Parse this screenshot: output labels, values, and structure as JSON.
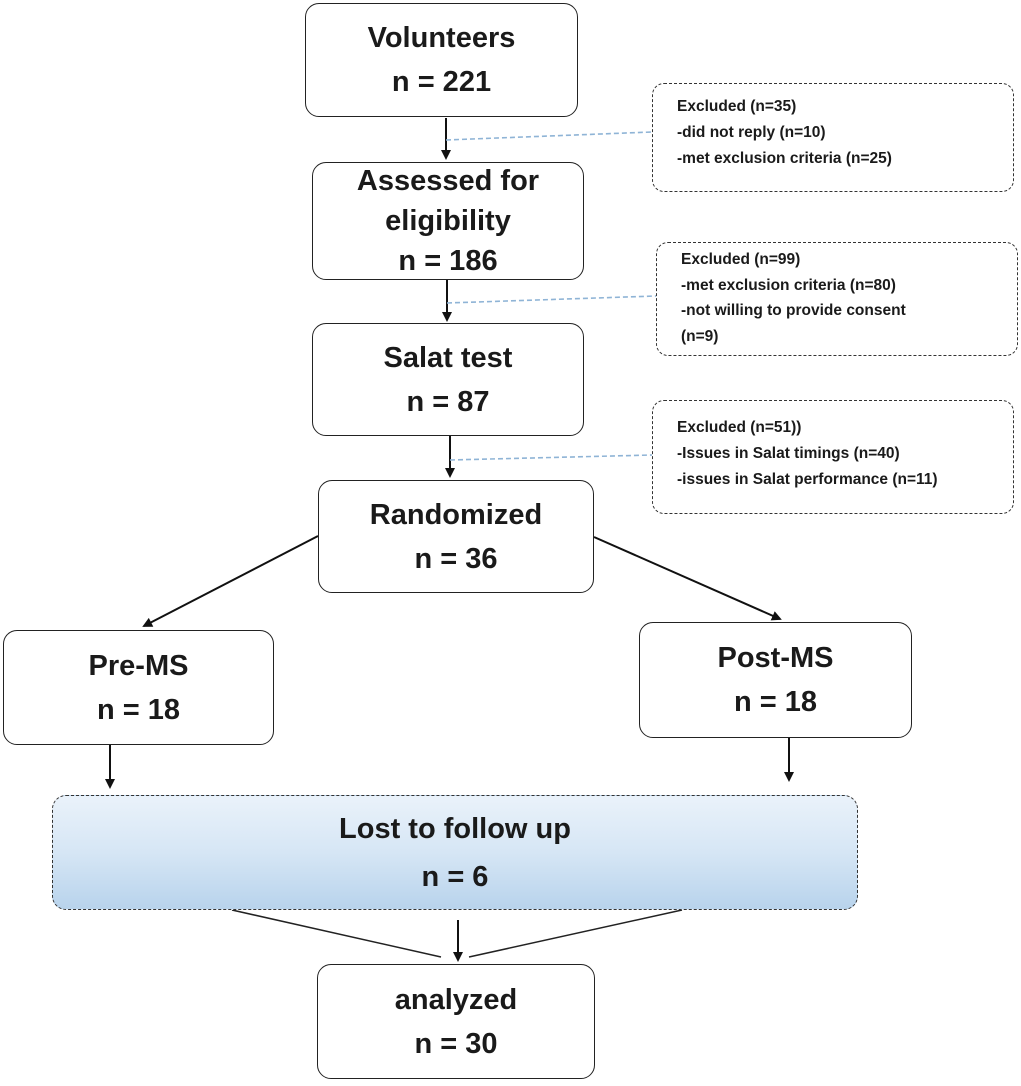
{
  "nodes": {
    "volunteers": {
      "label": "Volunteers",
      "count": "n = 221"
    },
    "assessed": {
      "line1": "Assessed for",
      "line2": "eligibility",
      "count": "n = 186"
    },
    "salat_test": {
      "label": "Salat test",
      "count": "n = 87"
    },
    "randomized": {
      "label": "Randomized",
      "count": "n = 36"
    },
    "pre_ms": {
      "label": "Pre-MS",
      "count": "n = 18"
    },
    "post_ms": {
      "label": "Post-MS",
      "count": "n = 18"
    },
    "lost": {
      "label": "Lost to follow up",
      "count": "n = 6"
    },
    "analyzed": {
      "label": "analyzed",
      "count": "n = 30"
    }
  },
  "exclusions": [
    {
      "lines": [
        "Excluded (n=35)",
        "-did not reply (n=10)",
        "-met exclusion criteria (n=25)"
      ]
    },
    {
      "lines": [
        "Excluded (n=99)",
        "-met exclusion criteria (n=80)",
        "-not willing to provide consent",
        "(n=9)"
      ]
    },
    {
      "lines": [
        "Excluded (n=51))",
        "-Issues in Salat timings (n=40)",
        "-issues in Salat performance (n=11)"
      ]
    }
  ],
  "colors": {
    "box_border": "#222222",
    "arrow": "#111111",
    "dashed_connector": "#8fb4d6",
    "lost_gradient_top": "#eaf2fa",
    "lost_gradient_bottom": "#b8d3ec"
  }
}
